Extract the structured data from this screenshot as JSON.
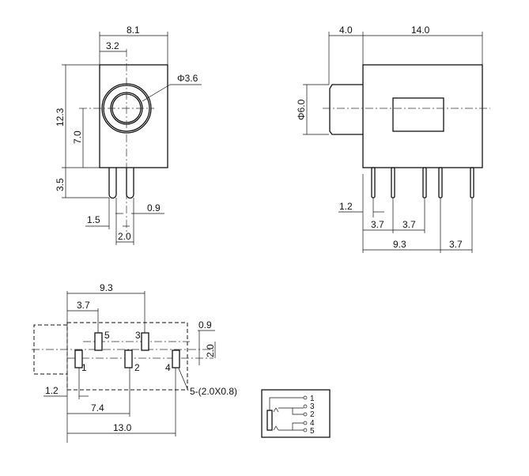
{
  "front_view": {
    "width": "8.1",
    "offset": "3.2",
    "hole_diameter": "Φ3.6",
    "height": "12.3",
    "center_height": "7.0",
    "pin_length": "3.5",
    "pin_offset": "1.5",
    "pin_width": "0.9",
    "pin_pitch": "2.0"
  },
  "side_view": {
    "nose_length": "4.0",
    "body_length": "14.0",
    "nose_diameter": "Φ6.0",
    "pin_offset": "1.2",
    "pitch_a": "3.7",
    "pitch_b": "3.7",
    "span": "9.3",
    "pitch_c": "3.7"
  },
  "bottom_view": {
    "span_top": "9.3",
    "pitch_top": "3.7",
    "row_offset": "0.9",
    "row_pitch": "2.0",
    "edge_offset": "1.2",
    "span_mid": "7.4",
    "span_total": "13.0",
    "pad_note": "5-(2.0X0.8)",
    "pin_labels": [
      "1",
      "2",
      "3",
      "4",
      "5"
    ]
  },
  "schematic": {
    "terminals": [
      "1",
      "3",
      "2",
      "4",
      "5"
    ]
  }
}
